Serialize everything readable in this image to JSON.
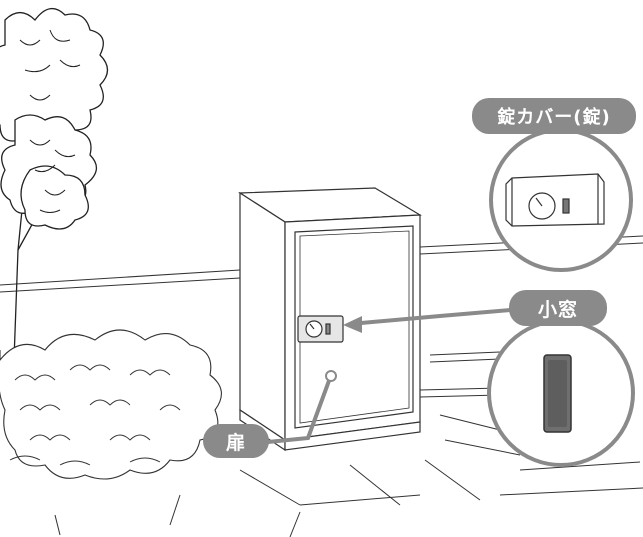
{
  "labels": {
    "lock_cover": "錠カバー(錠)",
    "small_window": "小窓",
    "door": "扉"
  },
  "colors": {
    "callout_fill": "#8a8a8a",
    "callout_text": "#ffffff",
    "line_art": "#2b2b2b",
    "window_fill": "#6f6f6f"
  },
  "icons": {
    "tree": "tree-illustration",
    "shrub": "shrub-illustration",
    "safe": "safe-cabinet",
    "lock": "dial-lock-icon"
  }
}
